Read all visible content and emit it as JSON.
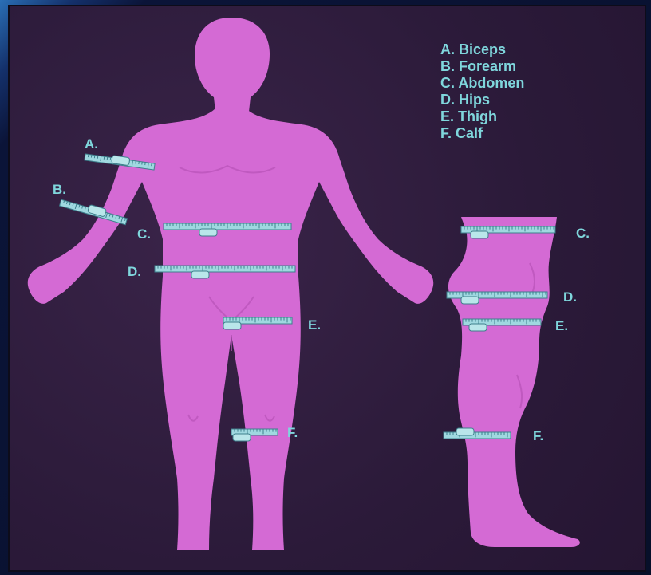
{
  "legend": {
    "items": [
      "A. Biceps",
      "B. Forearm",
      "C. Abdomen",
      "D. Hips",
      "E. Thigh",
      "F. Calf"
    ]
  },
  "front_labels": {
    "a": "A.",
    "b": "B.",
    "c": "C.",
    "d": "D.",
    "e": "E.",
    "f": "F."
  },
  "side_labels": {
    "c": "C.",
    "d": "D.",
    "e": "E.",
    "f": "F."
  },
  "colors": {
    "background": "#2d1c3c",
    "body": "#d46ad4",
    "tape": "#9fd8e0",
    "label_text": "#7fd6dc",
    "frame_accent": "#2a6fb5"
  }
}
